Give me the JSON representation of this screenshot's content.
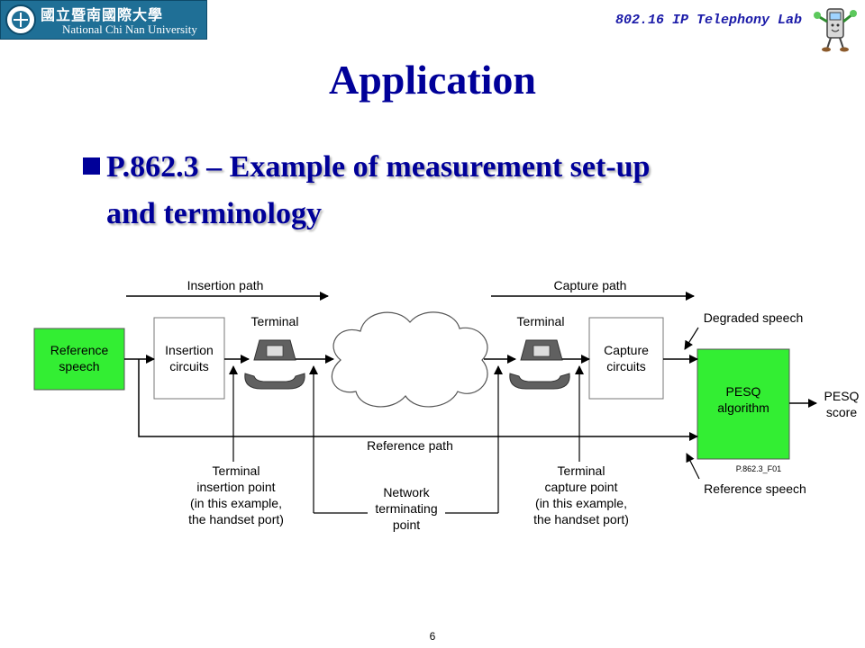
{
  "header": {
    "logo_title": "國立暨南國際大學",
    "logo_subtitle": "National Chi Nan University",
    "lab_name": "802.16 IP Telephony Lab"
  },
  "title": "Application",
  "bullet": {
    "line1": "P.862.3 – Example of measurement set-up",
    "line2": "and terminology"
  },
  "diagram": {
    "reference_speech_box": [
      "Reference",
      "speech"
    ],
    "insertion_box": [
      "Insertion",
      "circuits"
    ],
    "capture_box": [
      "Capture",
      "circuits"
    ],
    "pesq_box": [
      "PESQ",
      "algorithm"
    ],
    "insertion_path": "Insertion path",
    "capture_path": "Capture path",
    "terminal_left": "Terminal",
    "terminal_right": "Terminal",
    "degraded_speech": "Degraded speech",
    "pesq_score": [
      "PESQ",
      "score"
    ],
    "reference_path": "Reference path",
    "figure_id": "P.862.3_F01",
    "reference_speech_label": "Reference speech",
    "terminal_insertion_point": [
      "Terminal",
      "insertion point",
      "(in this example,",
      "the handset port)"
    ],
    "network_terminating_point": [
      "Network",
      "terminating",
      "point"
    ],
    "terminal_capture_point": [
      "Terminal",
      "capture point",
      "(in this example,",
      "the handset port)"
    ]
  },
  "colors": {
    "green_box": "#33ee33",
    "title_blue": "#000099"
  },
  "page_number": "6"
}
